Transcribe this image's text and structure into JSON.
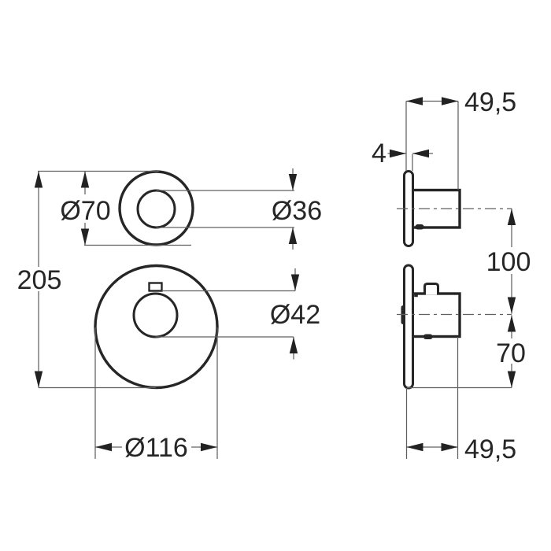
{
  "drawing_type": "technical-dimension-drawing",
  "dimensions": {
    "overall_height": "205",
    "top_escutcheon_diameter": "Ø70",
    "top_sleeve_diameter": "Ø36",
    "bottom_knob_diameter": "Ø42",
    "bottom_escutcheon_diameter": "Ø116",
    "top_depth": "49,5",
    "escutcheon_thickness": "4",
    "valve_centre_distance": "100",
    "bottom_centre_to_bottom_edge": "70",
    "bottom_depth": "49,5"
  },
  "colors": {
    "background": "#ffffff",
    "outline": "#262626",
    "dimension_line": "#606060",
    "arrow": "#222222",
    "text": "#262626"
  }
}
